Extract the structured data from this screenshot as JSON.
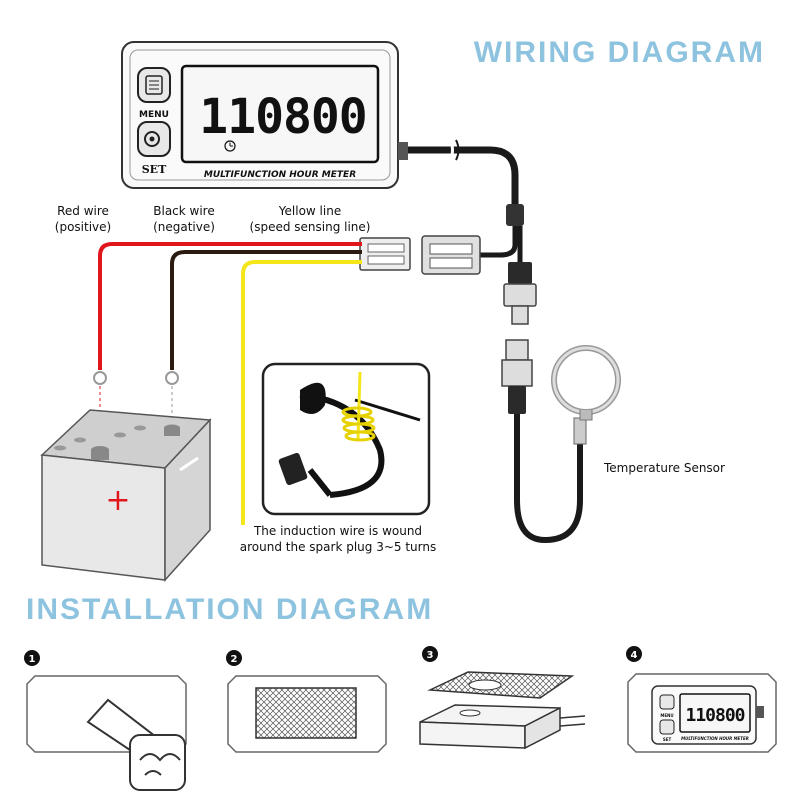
{
  "wiring": {
    "title": "WIRING DIAGRAM",
    "meter": {
      "display_value": "110800",
      "menu_label": "MENU",
      "set_label": "SET",
      "caption": "MULTIFUNCTION HOUR METER"
    },
    "red_wire": {
      "line1": "Red wire",
      "line2": "(positive)"
    },
    "black_wire": {
      "line1": "Black wire",
      "line2": "(negative)"
    },
    "yellow_wire": {
      "line1": "Yellow line",
      "line2": "(speed sensing line)"
    },
    "temperature_sensor": "Temperature Sensor",
    "induction_note": {
      "line1": "The induction wire is wound",
      "line2": "around the spark plug 3~5 turns"
    },
    "battery_positive_symbol": "+"
  },
  "installation": {
    "title": "INSTALLATION DIAGRAM",
    "steps": [
      {
        "number": "1",
        "icon": "hand-wipe-icon"
      },
      {
        "number": "2",
        "icon": "adhesive-pad-icon"
      },
      {
        "number": "3",
        "icon": "peel-sticker-icon"
      },
      {
        "number": "4",
        "icon": "mounted-meter-icon"
      }
    ],
    "mini_meter": {
      "display_value": "110800",
      "menu_label": "MENU",
      "set_label": "SET",
      "caption": "MULTIFUNCTION HOUR METER"
    }
  },
  "colors": {
    "heading": "#8ec3e0",
    "red_wire": "#e0161b",
    "black_wire": "#2a1a10",
    "yellow_wire": "#f5e61a",
    "cable": "#1a1a1a"
  }
}
